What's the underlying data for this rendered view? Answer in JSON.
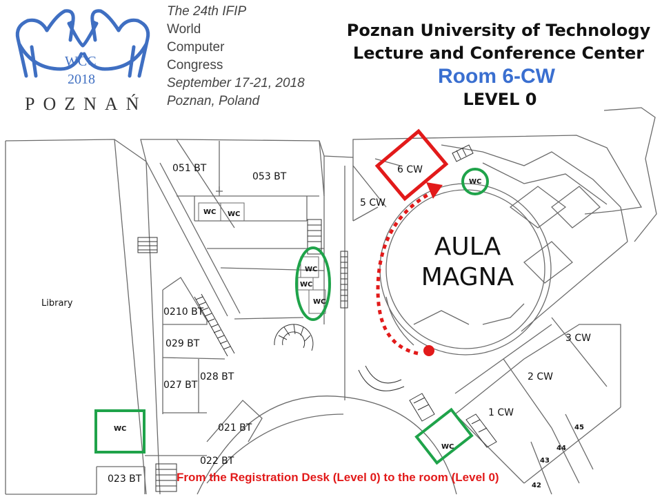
{
  "logo": {
    "wcc": "WCC",
    "year": "2018",
    "city": "POZNAŃ"
  },
  "conference": {
    "line1": "The 24th IFIP",
    "line2": "World",
    "line3": "Computer",
    "line4": "Congress",
    "line5": "September 17-21, 2018",
    "line6": "Poznan, Poland"
  },
  "header": {
    "university": "Poznan University of Technology",
    "center": "Lecture and Conference Center",
    "room": "Room 6-CW",
    "level": "LEVEL 0",
    "room_color": "#3a6fd0"
  },
  "map": {
    "hall": {
      "line1": "AULA",
      "line2": "MAGNA"
    },
    "rooms": {
      "r051": "051 BT",
      "r053": "053 BT",
      "r6cw": "6 CW",
      "r5cw": "5 CW",
      "library": "Library",
      "r0210": "0210 BT",
      "r029": "029 BT",
      "r027": "027 BT",
      "r028": "028 BT",
      "r021": "021 BT",
      "r022": "022 BT",
      "r023": "023 BT",
      "r3cw": "3 CW",
      "r2cw": "2 CW",
      "r1cw": "1 CW",
      "r45": "45",
      "r44": "44",
      "r43": "43",
      "r42": "42"
    },
    "wc_label": "WC",
    "wc_label_lower": "wc",
    "colors": {
      "target": "#e21a1a",
      "toilets": "#1fa34a",
      "route": "#e21a1a",
      "lines": "#555555"
    }
  },
  "footer": {
    "route_note": "From the Registration Desk (Level 0) to the room (Level 0)"
  }
}
